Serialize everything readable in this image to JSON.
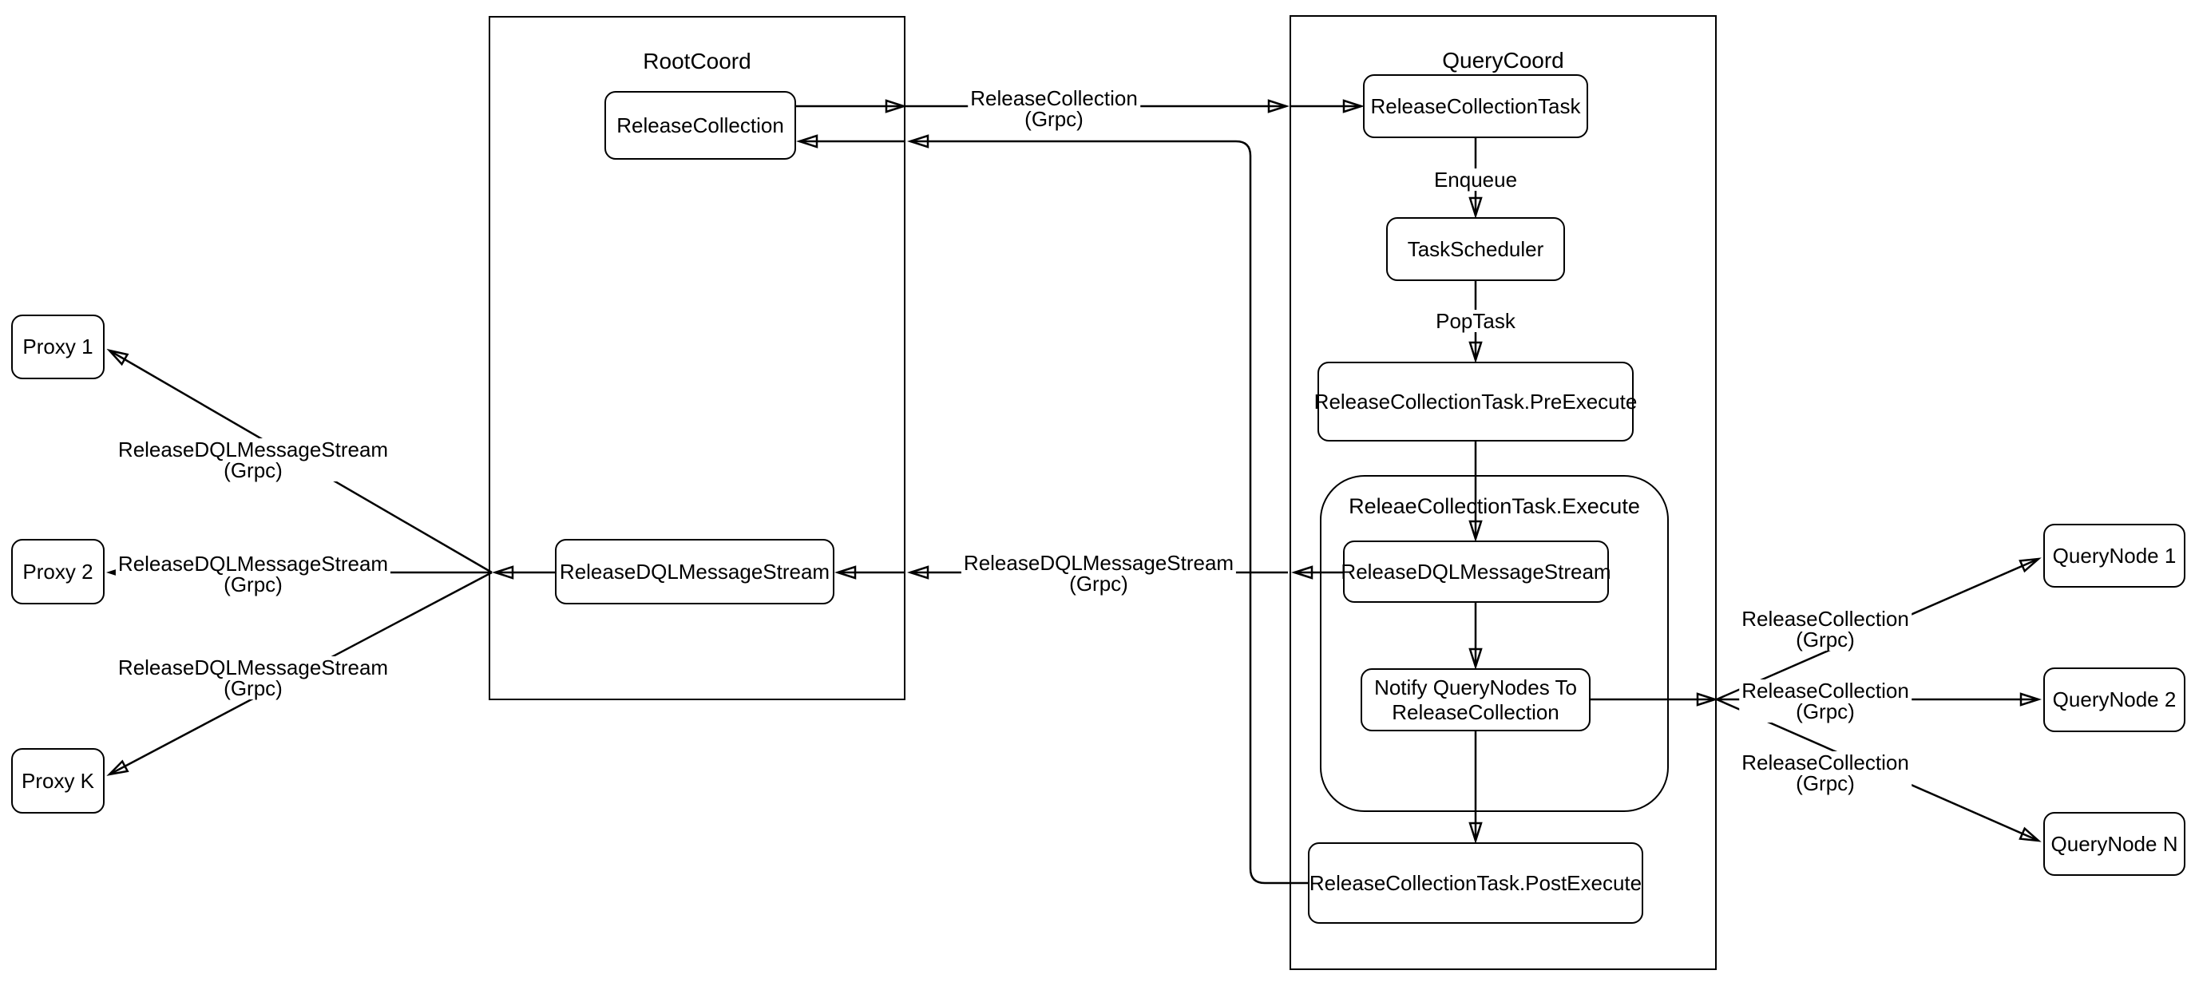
{
  "diagram_colors": {
    "stroke": "#000000",
    "node_fill": "#ffffff",
    "text": "#000000",
    "background": "#ffffff"
  },
  "containers": {
    "rootcoord": {
      "title": "RootCoord"
    },
    "querycoord": {
      "title": "QueryCoord"
    },
    "execute": {
      "title": "ReleaeCollectionTask.Execute"
    }
  },
  "nodes": {
    "proxy1": {
      "label": "Proxy 1"
    },
    "proxy2": {
      "label": "Proxy 2"
    },
    "proxyk": {
      "label": "Proxy K"
    },
    "release_collection": {
      "label": "ReleaseCollection"
    },
    "rootcoord_dql": {
      "label": "ReleaseDQLMessageStream"
    },
    "task": {
      "label": "ReleaseCollectionTask"
    },
    "scheduler": {
      "label": "TaskScheduler"
    },
    "pre_execute": {
      "label": "ReleaseCollectionTask.PreExecute"
    },
    "execute_dql": {
      "label": "ReleaseDQLMessageStream"
    },
    "notify": {
      "label": "Notify QueryNodes To\nReleaseCollection"
    },
    "post_execute": {
      "label": "ReleaseCollectionTask.PostExecute"
    },
    "qn1": {
      "label": "QueryNode 1"
    },
    "qn2": {
      "label": "QueryNode 2"
    },
    "qnn": {
      "label": "QueryNode N"
    }
  },
  "edge_labels": {
    "to_querycoord": "ReleaseCollection\n(Grpc)",
    "enqueue": "Enqueue",
    "poptask": "PopTask",
    "dql_mid": "ReleaseDQLMessageStream\n(Grpc)",
    "proxy1": "ReleaseDQLMessageStream\n(Grpc)",
    "proxy2": "ReleaseDQLMessageStream\n(Grpc)",
    "proxyk": "ReleaseDQLMessageStream\n(Grpc)",
    "qn1": "ReleaseCollection\n(Grpc)",
    "qn2": "ReleaseCollection\n(Grpc)",
    "qnn": "ReleaseCollection\n(Grpc)"
  }
}
